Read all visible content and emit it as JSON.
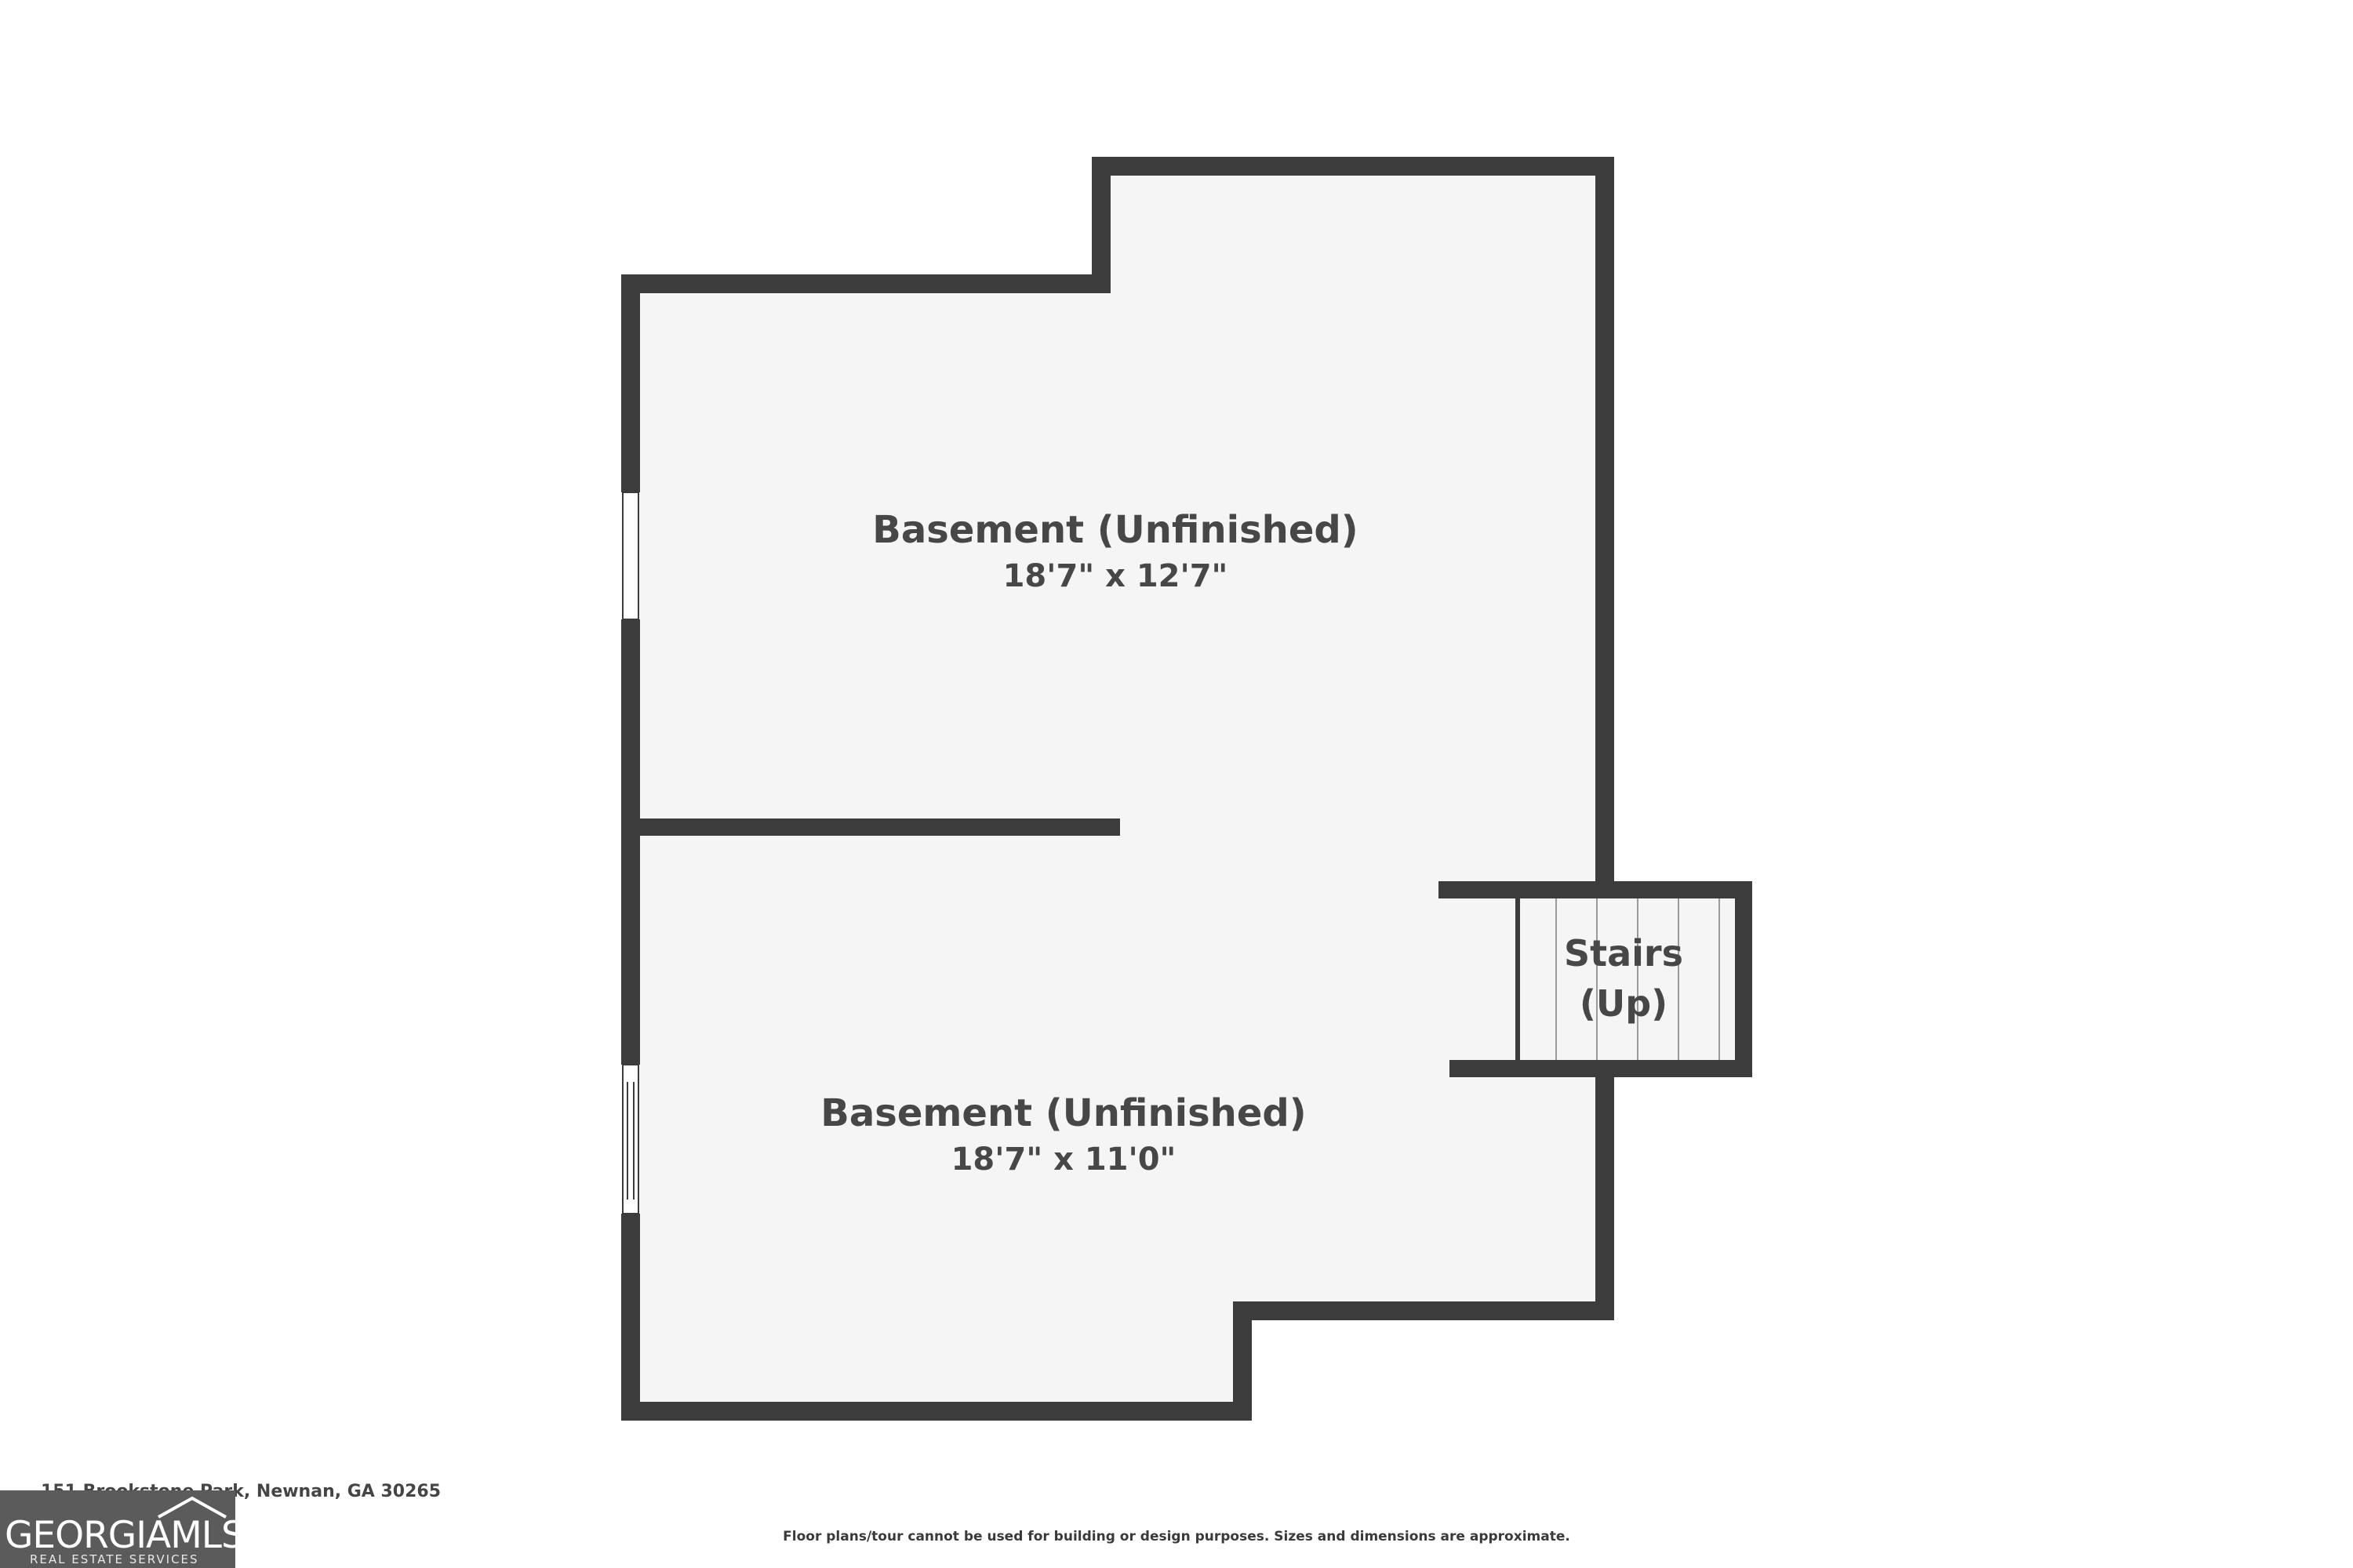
{
  "rooms": [
    {
      "name": "Basement (Unfinished)",
      "dimensions": "18'7\" x 12'7\""
    },
    {
      "name": "Basement (Unfinished)",
      "dimensions": "18'7\" x 11'0\""
    }
  ],
  "stairs": {
    "line1": "Stairs",
    "line2": "(Up)"
  },
  "address": "151 Brookstone Park, Newnan, GA 30265",
  "disclaimer": "Floor plans/tour cannot be used for building or design purposes. Sizes and dimensions are approximate.",
  "logo": {
    "main": "GEORGIAMLS",
    "sub": "REAL ESTATE SERVICES"
  },
  "colors": {
    "wall": "#3c3c3c",
    "floor": "#f5f5f5",
    "label": "#474747",
    "logo_bg": "#5b5b5b"
  }
}
